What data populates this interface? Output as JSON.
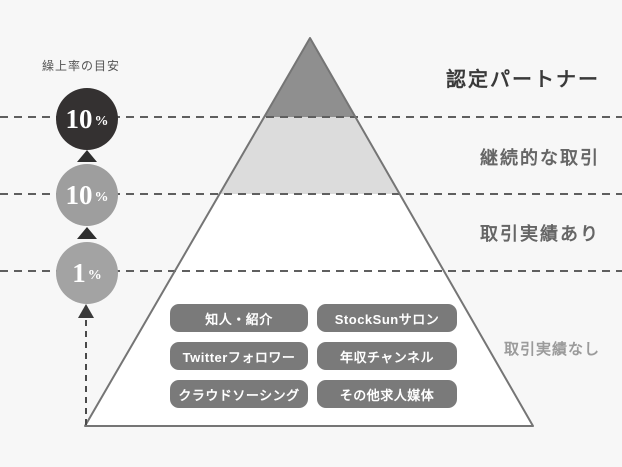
{
  "legend": {
    "title": "繰上率の目安"
  },
  "tiers": [
    {
      "label": "認定パートナー",
      "rate": "10",
      "unit": "%"
    },
    {
      "label": "継続的な取引",
      "rate": "10",
      "unit": "%"
    },
    {
      "label": "取引実績あり",
      "rate": "1",
      "unit": "%"
    },
    {
      "label": "取引実績なし"
    }
  ],
  "sources": [
    "知人・紹介",
    "StockSunサロン",
    "Twitterフォロワー",
    "年収チャンネル",
    "クラウドソーシング",
    "その他求人媒体"
  ],
  "colors": {
    "background": "#f7f7f7",
    "pyramid_top_band": "#8f8f8f",
    "pyramid_second_band": "#dcdcdc",
    "pyramid_lower": "#ffffff",
    "pyramid_outline": "#757575",
    "divider_line": "#5f5f5f",
    "circle_dark": "#343131",
    "circle_mid": "#9e9e9e",
    "circle_light": "#a3a3a3",
    "pill_background": "#7a7a7a",
    "arrow": "#4a4a4a"
  }
}
